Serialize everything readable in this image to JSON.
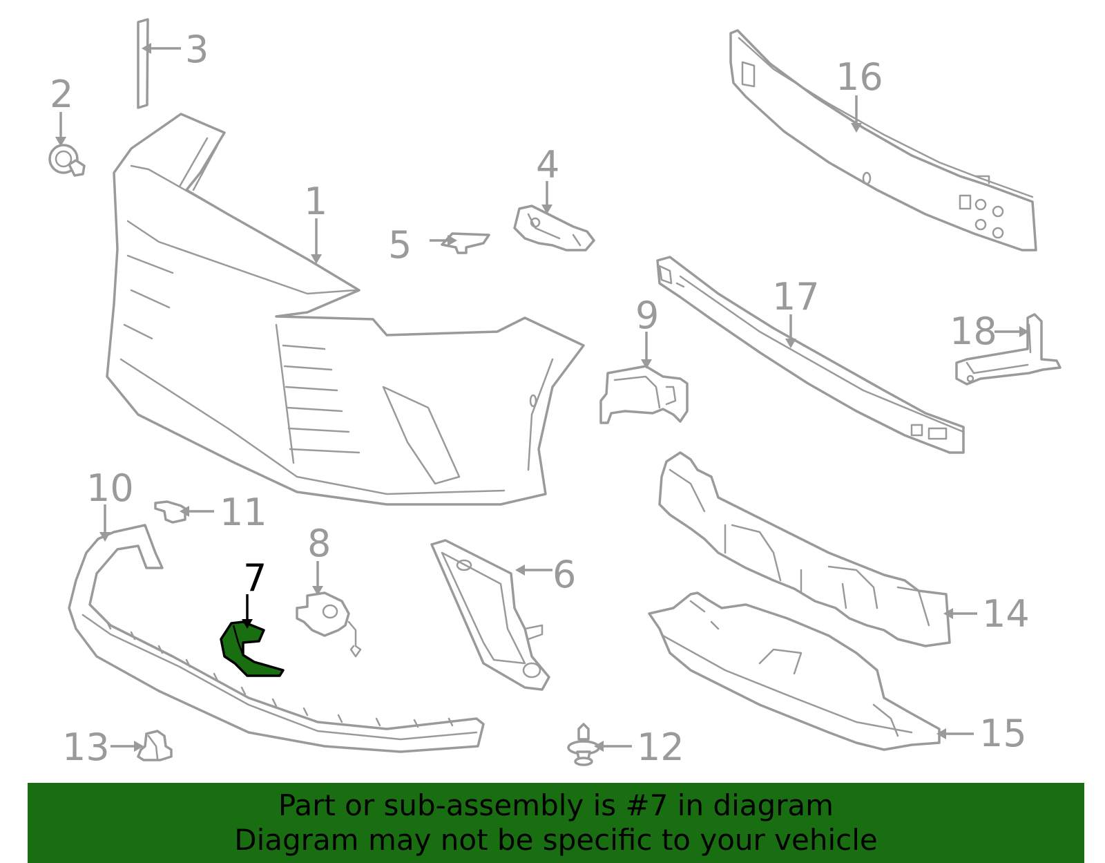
{
  "callouts": [
    {
      "id": 1,
      "label": "1",
      "highlighted": false
    },
    {
      "id": 2,
      "label": "2",
      "highlighted": false
    },
    {
      "id": 3,
      "label": "3",
      "highlighted": false
    },
    {
      "id": 4,
      "label": "4",
      "highlighted": false
    },
    {
      "id": 5,
      "label": "5",
      "highlighted": false
    },
    {
      "id": 6,
      "label": "6",
      "highlighted": false
    },
    {
      "id": 7,
      "label": "7",
      "highlighted": true
    },
    {
      "id": 8,
      "label": "8",
      "highlighted": false
    },
    {
      "id": 9,
      "label": "9",
      "highlighted": false
    },
    {
      "id": 10,
      "label": "10",
      "highlighted": false
    },
    {
      "id": 11,
      "label": "11",
      "highlighted": false
    },
    {
      "id": 12,
      "label": "12",
      "highlighted": false
    },
    {
      "id": 13,
      "label": "13",
      "highlighted": false
    },
    {
      "id": 14,
      "label": "14",
      "highlighted": false
    },
    {
      "id": 15,
      "label": "15",
      "highlighted": false
    },
    {
      "id": 16,
      "label": "16",
      "highlighted": false
    },
    {
      "id": 17,
      "label": "17",
      "highlighted": false
    },
    {
      "id": 18,
      "label": "18",
      "highlighted": false
    }
  ],
  "colors": {
    "line": "#9a9a9a",
    "highlight_fill": "#1a6e12",
    "highlight_line": "#000000",
    "banner": "#1a6e12"
  },
  "banner": {
    "line1": "Part or sub-assembly is #7 in diagram",
    "line2": "Diagram may not be specific to your vehicle"
  }
}
